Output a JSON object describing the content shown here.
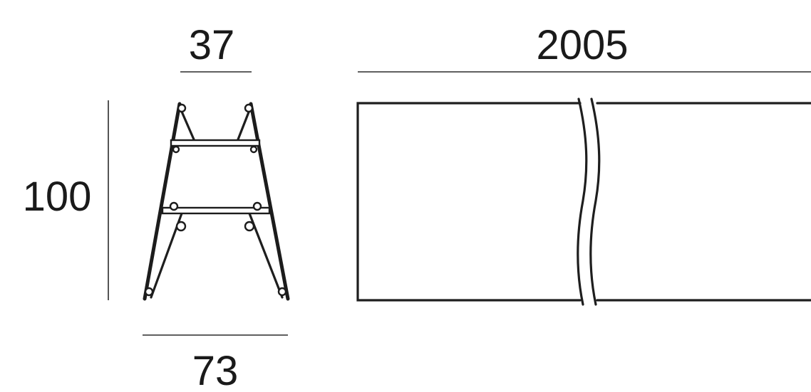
{
  "dimensions": {
    "top_width": "37",
    "bottom_width": "73",
    "height": "100",
    "length": "2005"
  }
}
